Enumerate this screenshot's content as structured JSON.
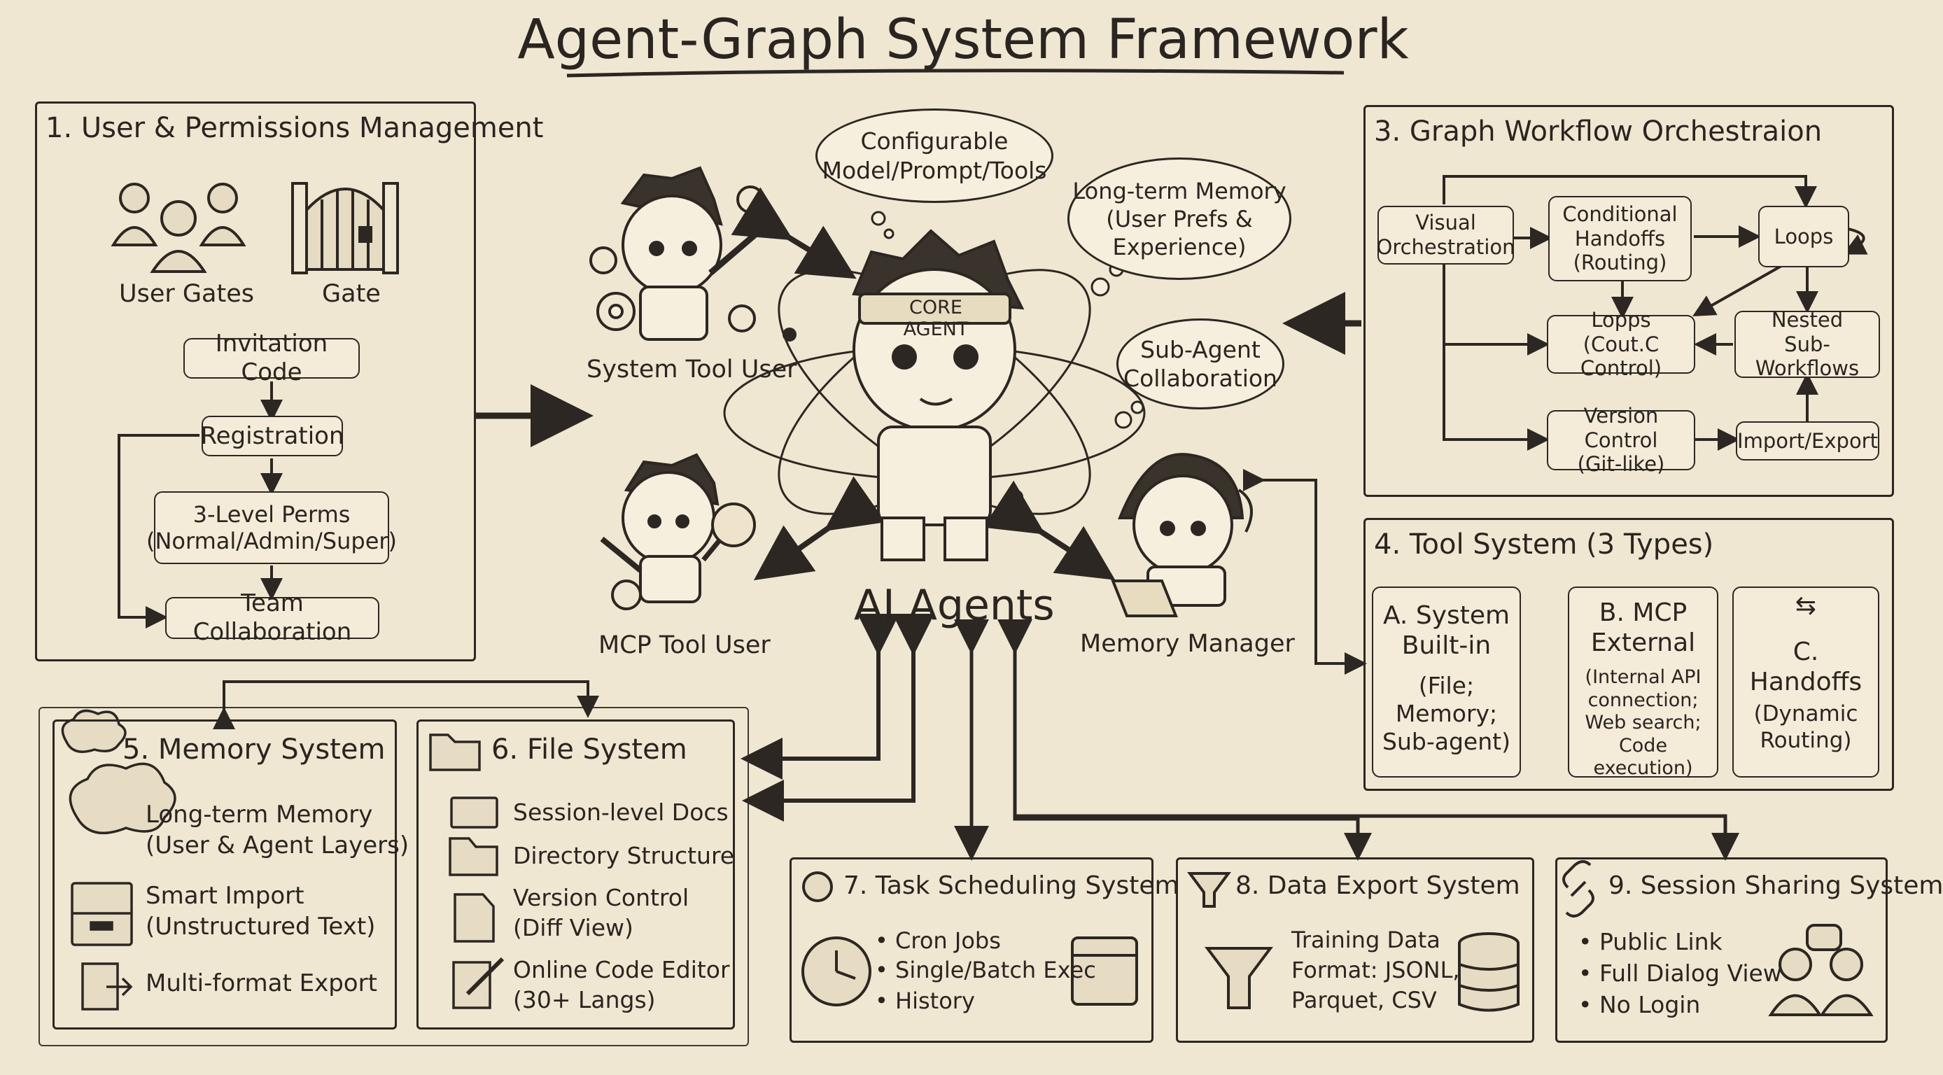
{
  "title": "Agent-Graph System Framework",
  "center": {
    "label": "AI Agents",
    "headband": "CORE AGENT",
    "bubble_config": "Configurable\nModel/Prompt/Tools",
    "bubble_memory": "Long-term Memory\n(User Prefs &\nExperience)",
    "bubble_subagent": "Sub-Agent\nCollaboration",
    "system_tool_user": "System Tool User",
    "mcp_tool_user": "MCP Tool User",
    "memory_manager": "Memory Manager"
  },
  "s1": {
    "title": "1. User & Permissions Management",
    "user_gates": "User Gates",
    "gate": "Gate",
    "invitation": "Invitation Code",
    "registration": "Registration",
    "perms": "3-Level Perms\n(Normal/Admin/Super)",
    "team": "Team Collaboration"
  },
  "s3": {
    "title": "3. Graph Workflow Orchestraion",
    "visual": "Visual\nOrchestration",
    "conditional": "Conditional\nHandoffs\n(Routing)",
    "loops": "Loops",
    "lopps": "Lopps\n(Cout.C Control)",
    "nested": "Nested\nSub-Workflows",
    "version": "Version Control\n(Git-like)",
    "importexport": "Import/Export"
  },
  "s4": {
    "title": "4. Tool System (3 Types)",
    "a_title": "A. System\nBuilt-in",
    "a_desc": "(File;\nMemory;\nSub-agent)",
    "b_title": "B. MCP\nExternal",
    "b_desc": "(Internal API\nconnection;\nWeb search;\nCode execution)",
    "c_title": "C. Handoffs",
    "c_desc": "(Dynamic\nRouting)"
  },
  "s5": {
    "title": "5. Memory System",
    "items": [
      "Long-term Memory\n(User & Agent Layers)",
      "Smart Import\n(Unstructured Text)",
      "Multi-format Export"
    ]
  },
  "s6": {
    "title": "6. File System",
    "items": [
      "Session-level Docs",
      "Directory Structure",
      "Version Control\n(Diff View)",
      "Online Code Editor\n(30+ Langs)"
    ]
  },
  "s7": {
    "title": "7. Task Scheduling System",
    "items": [
      "• Cron Jobs",
      "• Single/Batch Exec",
      "• History"
    ]
  },
  "s8": {
    "title": "8. Data Export System",
    "desc": "Training Data\nFormat: JSONL,\nParquet, CSV"
  },
  "s9": {
    "title": "9. Session Sharing System",
    "items": [
      "• Public Link",
      "• Full Dialog View",
      "• No Login"
    ]
  },
  "colors": {
    "paper": "#f0e7d3",
    "ink": "#2c2722"
  },
  "icons": [
    "users-icon",
    "gate-icon",
    "brain-icon",
    "folder-icon",
    "document-icon",
    "cabinet-icon",
    "export-icon",
    "edit-icon",
    "stopwatch-icon",
    "clock-icon",
    "calendar-icon",
    "funnel-icon",
    "database-icon",
    "link-icon",
    "chat-people-icon"
  ]
}
